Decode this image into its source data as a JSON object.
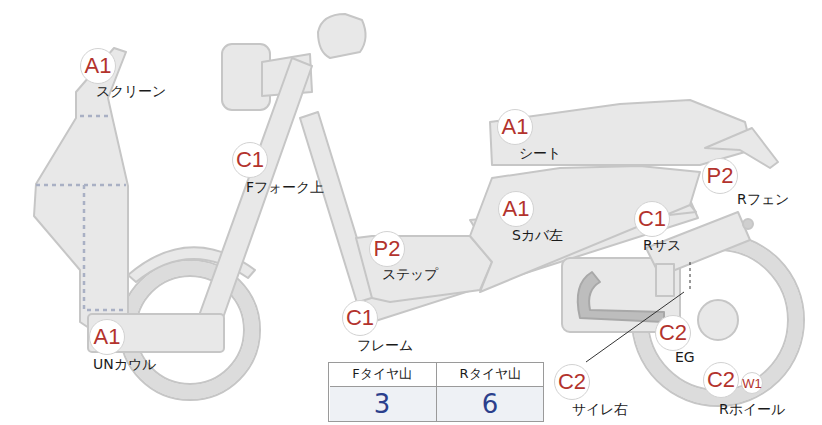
{
  "diagram": {
    "nodes": [
      {
        "text": [
          "A1",
          "スクリーン"
        ]
      },
      {
        "text": [
          "C1",
          "Fフォーク上"
        ]
      },
      {
        "text": [
          "A1",
          "シート"
        ]
      },
      {
        "text": [
          "P2",
          "Rフェン"
        ]
      },
      {
        "text": [
          "A1",
          "Sカバ左"
        ]
      },
      {
        "text": [
          "C1",
          "Rサス"
        ]
      },
      {
        "text": [
          "P2",
          "ステップ"
        ]
      },
      {
        "text": [
          "C1",
          "フレーム"
        ]
      },
      {
        "text": [
          "C2",
          "EG"
        ]
      },
      {
        "text": [
          "A1",
          "UNカウル"
        ]
      },
      {
        "text": [
          "C2",
          "サイレ右"
        ]
      },
      {
        "text": [
          "C2",
          "Rホイール"
        ]
      },
      {
        "text": [
          "W1"
        ]
      }
    ],
    "labels": [
      "Fタイヤ山",
      "Rタイヤ山",
      "3",
      "6"
    ]
  }
}
